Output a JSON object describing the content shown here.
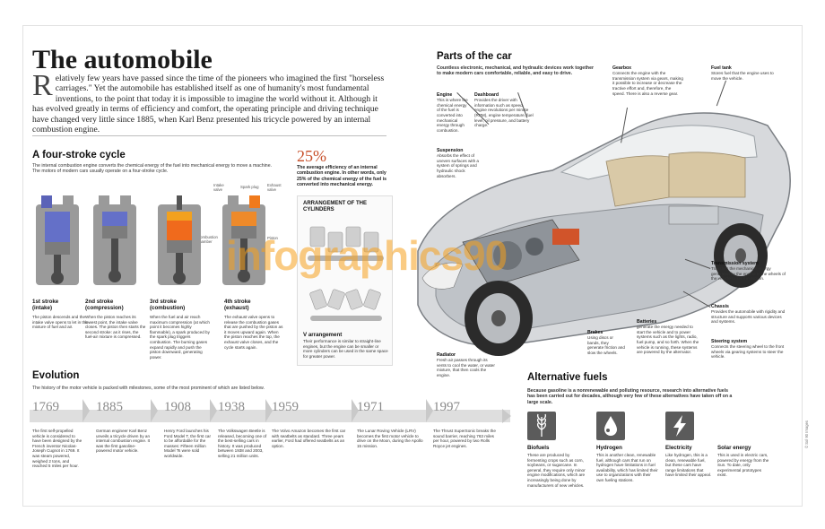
{
  "header": {
    "title": "The automobile",
    "dropcap": "R",
    "intro": "elatively few years have passed since the time of the pioneers who imagined the first \"horseless carriages.\" Yet the automobile has established itself as one of humanity's most fundamental inventions, to the point that today it is impossible to imagine the world without it. Although it has evolved greatly in terms of efficiency and comfort, the operating principle and driving technique have changed very little since 1885, when Karl Benz presented his tricycle powered by an internal combustion engine."
  },
  "four_stroke": {
    "title": "A four-stroke cycle",
    "lead": "The internal combustion engine converts the chemical energy of the fuel into mechanical energy to move a machine. The motors of modern cars usually operate on a four-stroke cycle.",
    "labels": {
      "intake_valve": "Intake valve",
      "spark_plug": "Spark plug",
      "exhaust_valve": "Exhaust valve",
      "combustion_chamber": "Combustion chamber",
      "piston": "Piston"
    },
    "strokes": [
      {
        "num": "1st stroke",
        "name": "(intake)",
        "text": "The piston descends and the intake valve opens to let in the mixture of fuel and air."
      },
      {
        "num": "2nd stroke",
        "name": "(compression)",
        "text": "When the piston reaches its lowest point, the intake valve closes. The piston then starts the second stroke: as it rises, the fuel-air mixture is compressed."
      },
      {
        "num": "3rd stroke",
        "name": "(combustion)",
        "text": "When the fuel and air reach maximum compression (at which point it becomes highly flammable), a spark produced by the spark plug triggers combustion. The burning gases expand rapidly and push the piston downward, generating power."
      },
      {
        "num": "4th stroke",
        "name": "(exhaust)",
        "text": "The exhaust valve opens to release the combustion gases that are pushed by the piston as it moves upward again. When the piston reaches the top, the exhaust valve closes, and the cycle starts again."
      }
    ]
  },
  "efficiency": {
    "value": "25%",
    "text": "The average efficiency of an internal combustion engine. In other words, only 25% of the chemical energy of the fuel is converted into mechanical energy."
  },
  "cylinders": {
    "title": "ARRANGEMENT OF THE CYLINDERS",
    "v_title": "V arrangement",
    "v_text": "Their performance is similar to straight-line engines, but the engine can be smaller or more cylinders can be used in the same space for greater power."
  },
  "parts": {
    "title": "Parts of the car",
    "lead": "Countless electronic, mechanical, and hydraulic devices work together to make modern cars comfortable, reliable, and easy to drive.",
    "items": [
      {
        "name": "Engine",
        "text": "This is where the chemical energy of the fuel is converted into mechanical energy through combustion."
      },
      {
        "name": "Dashboard",
        "text": "Provides the driver with information such as speed, engine revolutions per minute (RPM), engine temperature, fuel level, oil pressure, and battery charge."
      },
      {
        "name": "Gearbox",
        "text": "Connects the engine with the transmission system via gears, making it possible to increase or decrease the tractive effort and, therefore, the speed. There is also a reverse gear."
      },
      {
        "name": "Fuel tank",
        "text": "Stores fuel that the engine uses to move the vehicle."
      },
      {
        "name": "Suspension",
        "text": "Absorbs the effect of uneven surfaces with a system of springs and hydraulic shock absorbers."
      },
      {
        "name": "Transmission system",
        "text": "Transfers the mechanical energy generated by the engine to the wheels of the vehicle to set it in motion."
      },
      {
        "name": "Chassis",
        "text": "Provides the automobile with rigidity and structure and supports various devices and systems."
      },
      {
        "name": "Batteries",
        "text": "generate the energy needed to start the vehicle and to power systems such as the lights, radio, fuel pump, and so forth. When the vehicle is running, these systems are powered by the alternator."
      },
      {
        "name": "Brakes",
        "text": "Using discs or bands, they generate friction and slow the wheels."
      },
      {
        "name": "Steering system",
        "text": "Connects the steering wheel to the front wheels via gearing systems to steer the vehicle."
      },
      {
        "name": "Radiator",
        "text": "Fresh air passes through its vents to cool the water, or water mixture, that then cools the engine."
      }
    ]
  },
  "watermark": "infographics90",
  "evolution": {
    "title": "Evolution",
    "lead": "The history of the motor vehicle is packed with milestones, some of the most prominent of which are listed below.",
    "items": [
      {
        "year": "1769",
        "text": "The first self-propelled vehicle is considered to have been designed by the French inventor Nicolas-Joseph Cugnot in 1769. It was steam powered, weighed 2 tons, and reached 5 miles per hour."
      },
      {
        "year": "1885",
        "text": "German engineer Karl Benz unveils a tricycle driven by an internal combustion engine. It was the first gasoline-powered motor vehicle."
      },
      {
        "year": "1908",
        "text": "Henry Ford launches his Ford Model T, the first car to be affordable for the masses: Fifteen million Model Ts were sold worldwide."
      },
      {
        "year": "1938",
        "text": "The Volkswagen Beetle is released, becoming one of the best-selling cars in history. It was produced between 1938 and 2003, selling 21 million units."
      },
      {
        "year": "1959",
        "text": "The Volvo Amazon becomes the first car with seatbelts as standard. Three years earlier, Ford had offered seatbelts as an option."
      },
      {
        "year": "1971",
        "text": "The Lunar Roving Vehicle (LRV) becomes the first motor vehicle to drive on the Moon, during the Apollo 15 mission."
      },
      {
        "year": "1997",
        "text": "The Thrust SuperSonic breaks the sound barrier, reaching 763 miles per hour, powered by two Rolls Royce jet engines."
      }
    ]
  },
  "alt_fuels": {
    "title": "Alternative fuels",
    "lead": "Because gasoline is a nonrenewable and polluting resource, research into alternative fuels has been carried out for decades, although very few of these alternatives have taken off on a large scale.",
    "items": [
      {
        "name": "Biofuels",
        "icon": "wheat-icon",
        "text": "These are produced by fermenting crops such as corn, soybeans, or sugarcane. In general, they require only minor engine modifications, which are increasingly being done by manufacturers of new vehicles."
      },
      {
        "name": "Hydrogen",
        "icon": "drop-icon",
        "text": "This is another clean, renewable fuel, although cars that run on hydrogen have limitations in fuel availability, which has limited their use to organizations with their own fueling stations."
      },
      {
        "name": "Electricity",
        "icon": "lightning-icon",
        "text": "Like hydrogen, this is a clean, renewable fuel, but these cars have range limitations that have limited their appeal."
      },
      {
        "name": "Solar energy",
        "icon": "sun-icon",
        "text": "This is used in electric cars, powered by energy from the Sun. To date, only experimental prototypes exist."
      }
    ]
  },
  "credit": "© Sol 90 Images",
  "colors": {
    "accent": "#c8502a",
    "timeline": "#dedede",
    "icon_bg": "#5b5b5b",
    "watermark": "#f5a01e"
  }
}
